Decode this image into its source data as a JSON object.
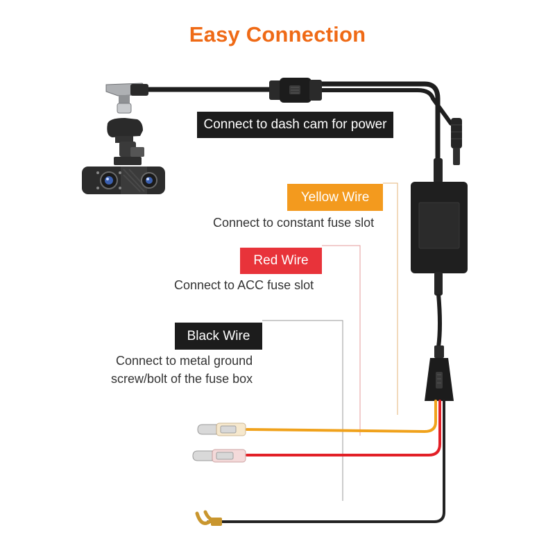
{
  "title": "Easy Connection",
  "labels": {
    "power": "Connect to dash cam for power",
    "yellow": {
      "name": "Yellow Wire",
      "desc": "Connect to constant fuse slot",
      "color": "#f39a1e"
    },
    "red": {
      "name": "Red Wire",
      "desc": "Connect to ACC fuse slot",
      "color": "#e8333a"
    },
    "black": {
      "name": "Black Wire",
      "desc_lines": [
        "Connect to metal ground",
        "screw/bolt of the fuse box"
      ],
      "color": "#1c1c1c"
    }
  },
  "colors": {
    "accent": "#ef6a16",
    "cable": "#1e1e1e",
    "yellow_wire": "#f0a21c",
    "red_wire": "#e21f26",
    "black_wire": "#222222"
  },
  "icons": [
    "dash-cam-icon",
    "usb-c-plug-icon",
    "connector-icon",
    "control-box-icon",
    "bullet-terminal-icon",
    "spade-terminal-icon"
  ]
}
